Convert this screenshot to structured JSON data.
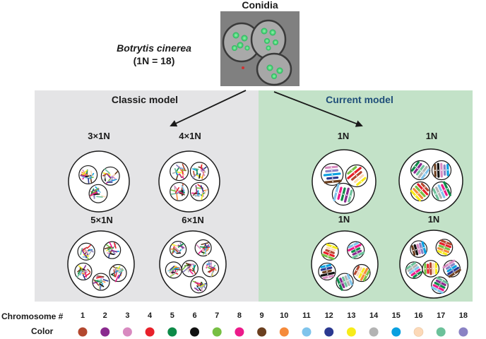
{
  "header": {
    "image_title": "Conidia",
    "species_name": "Botrytis cinerea",
    "species_ploidy": "(1N = 18)"
  },
  "panels": {
    "classic": {
      "title": "Classic model",
      "color": "#e4e4e6",
      "cells": [
        {
          "label": "3×1N",
          "nuclei": 3
        },
        {
          "label": "4×1N",
          "nuclei": 4
        },
        {
          "label": "5×1N",
          "nuclei": 5
        },
        {
          "label": "6×1N",
          "nuclei": 6
        }
      ]
    },
    "current": {
      "title": "Current model",
      "title_color": "#1f4e79",
      "color": "#c3e2c8",
      "cells": [
        {
          "label": "1N",
          "nuclei": 3
        },
        {
          "label": "1N",
          "nuclei": 4
        },
        {
          "label": "1N",
          "nuclei": 5
        },
        {
          "label": "1N",
          "nuclei": 6
        }
      ]
    }
  },
  "legend": {
    "row1_label": "Chromosome #",
    "row2_label": "Color",
    "chromosomes": [
      {
        "number": "1",
        "color": "#b3472e"
      },
      {
        "number": "2",
        "color": "#8a2a8e"
      },
      {
        "number": "3",
        "color": "#d88ac0"
      },
      {
        "number": "4",
        "color": "#e8202a"
      },
      {
        "number": "5",
        "color": "#0d8a48"
      },
      {
        "number": "6",
        "color": "#111111"
      },
      {
        "number": "7",
        "color": "#77bf43"
      },
      {
        "number": "8",
        "color": "#ec1a8a"
      },
      {
        "number": "9",
        "color": "#6b3f1f"
      },
      {
        "number": "10",
        "color": "#f58a3a"
      },
      {
        "number": "11",
        "color": "#7fc4ec"
      },
      {
        "number": "12",
        "color": "#2b3990"
      },
      {
        "number": "13",
        "color": "#f7ec1a"
      },
      {
        "number": "14",
        "color": "#b3b3b3"
      },
      {
        "number": "15",
        "color": "#0aa0e0"
      },
      {
        "number": "16",
        "color": "#fcd9b8"
      },
      {
        "number": "17",
        "color": "#6cc19a"
      },
      {
        "number": "18",
        "color": "#8a82c4"
      }
    ]
  }
}
